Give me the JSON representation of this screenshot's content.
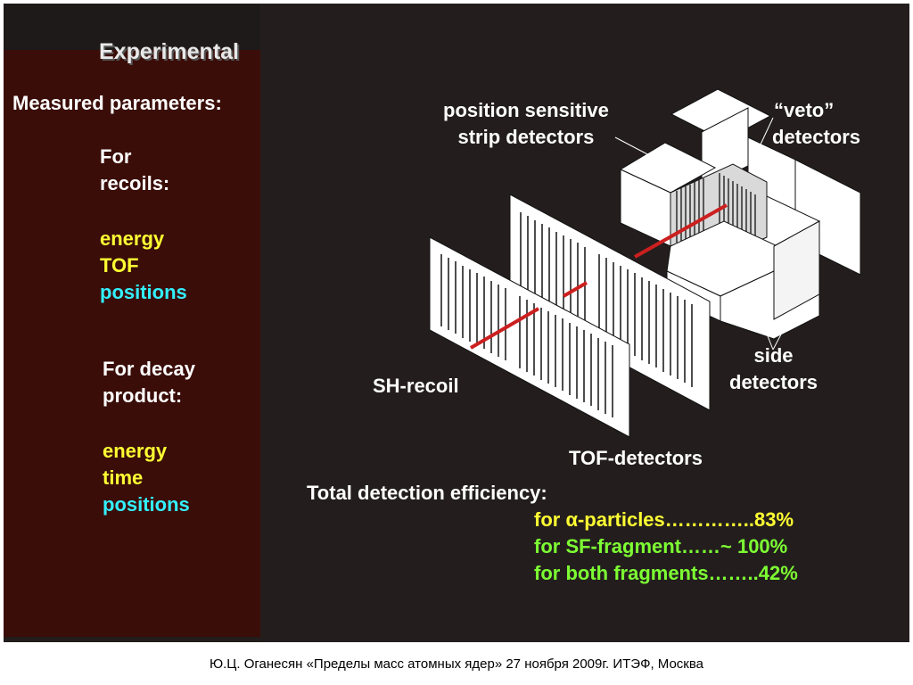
{
  "slide": {
    "title": "Experimental",
    "measured_label": "Measured parameters:",
    "recoils": {
      "heading": [
        "For",
        "recoils:"
      ],
      "items": [
        {
          "text": "energy",
          "color": "#ffff33"
        },
        {
          "text": "TOF",
          "color": "#ffff33"
        },
        {
          "text": "positions",
          "color": "#33f0ff"
        }
      ]
    },
    "decay": {
      "heading": [
        "For decay",
        "product:"
      ],
      "items": [
        {
          "text": "energy",
          "color": "#ffff33"
        },
        {
          "text": "time",
          "color": "#ffff33"
        },
        {
          "text": "positions",
          "color": "#33f0ff"
        }
      ]
    },
    "diagram": {
      "strip_label": [
        "position sensitive",
        "strip detectors"
      ],
      "veto_label": [
        "“veto”",
        "detectors"
      ],
      "side_label": [
        "side",
        "detectors"
      ],
      "recoil_label": "SH-recoil",
      "tof_label": "TOF-detectors"
    },
    "efficiency": {
      "heading": "Total detection efficiency:",
      "lines": [
        {
          "text": "for α-particles…………..83%",
          "color": "#ffff33"
        },
        {
          "text": "for SF-fragment……~ 100%",
          "color": "#7dff33"
        },
        {
          "text": "for both fragments……..42%",
          "color": "#7dff33"
        }
      ]
    },
    "footer": "Ю.Ц. Оганесян «Пределы масс атомных ядер» 27 ноября 2009г. ИТЭФ, Москва",
    "colors": {
      "left_panel": "#3a0d08",
      "background": "#221c1b",
      "beam": "#cc1f1f"
    }
  }
}
